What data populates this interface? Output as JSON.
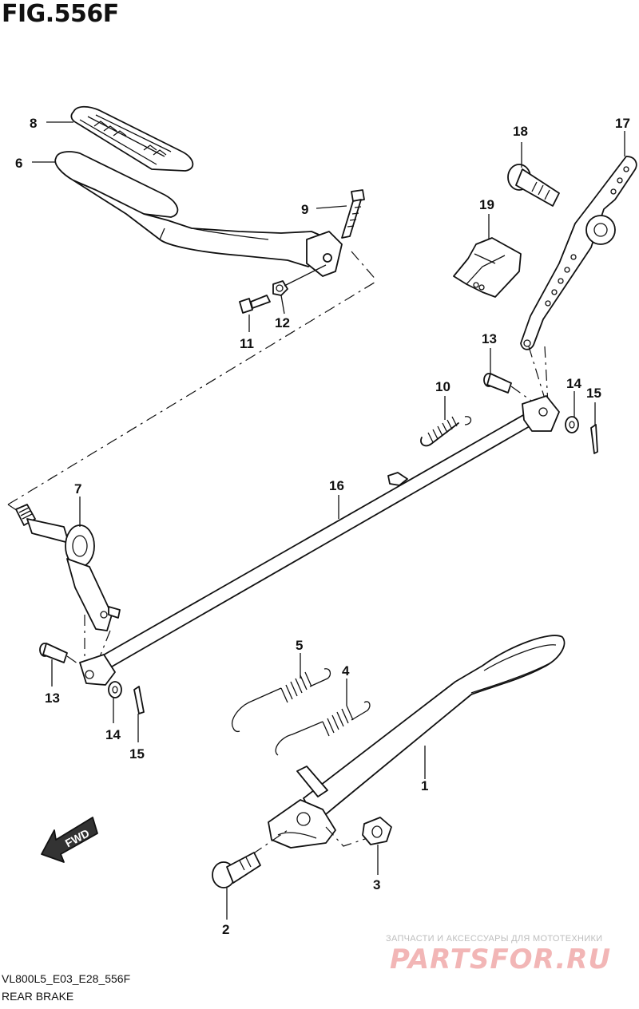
{
  "figure": {
    "title": "FIG.556F"
  },
  "callouts": [
    "1",
    "2",
    "3",
    "4",
    "5",
    "6",
    "7",
    "8",
    "9",
    "10",
    "11",
    "12",
    "13",
    "13",
    "14",
    "14",
    "15",
    "15",
    "16",
    "17",
    "18",
    "19"
  ],
  "direction_arrow": {
    "label": "FWD"
  },
  "footer": {
    "code": "VL800L5_E03_E28_556F",
    "name": "REAR BRAKE"
  },
  "watermark": {
    "tagline": "ЗАПЧАСТИ И АКСЕССУАРЫ ДЛЯ МОТОТЕХНИКИ",
    "logo": "PARTSFOR.RU"
  }
}
